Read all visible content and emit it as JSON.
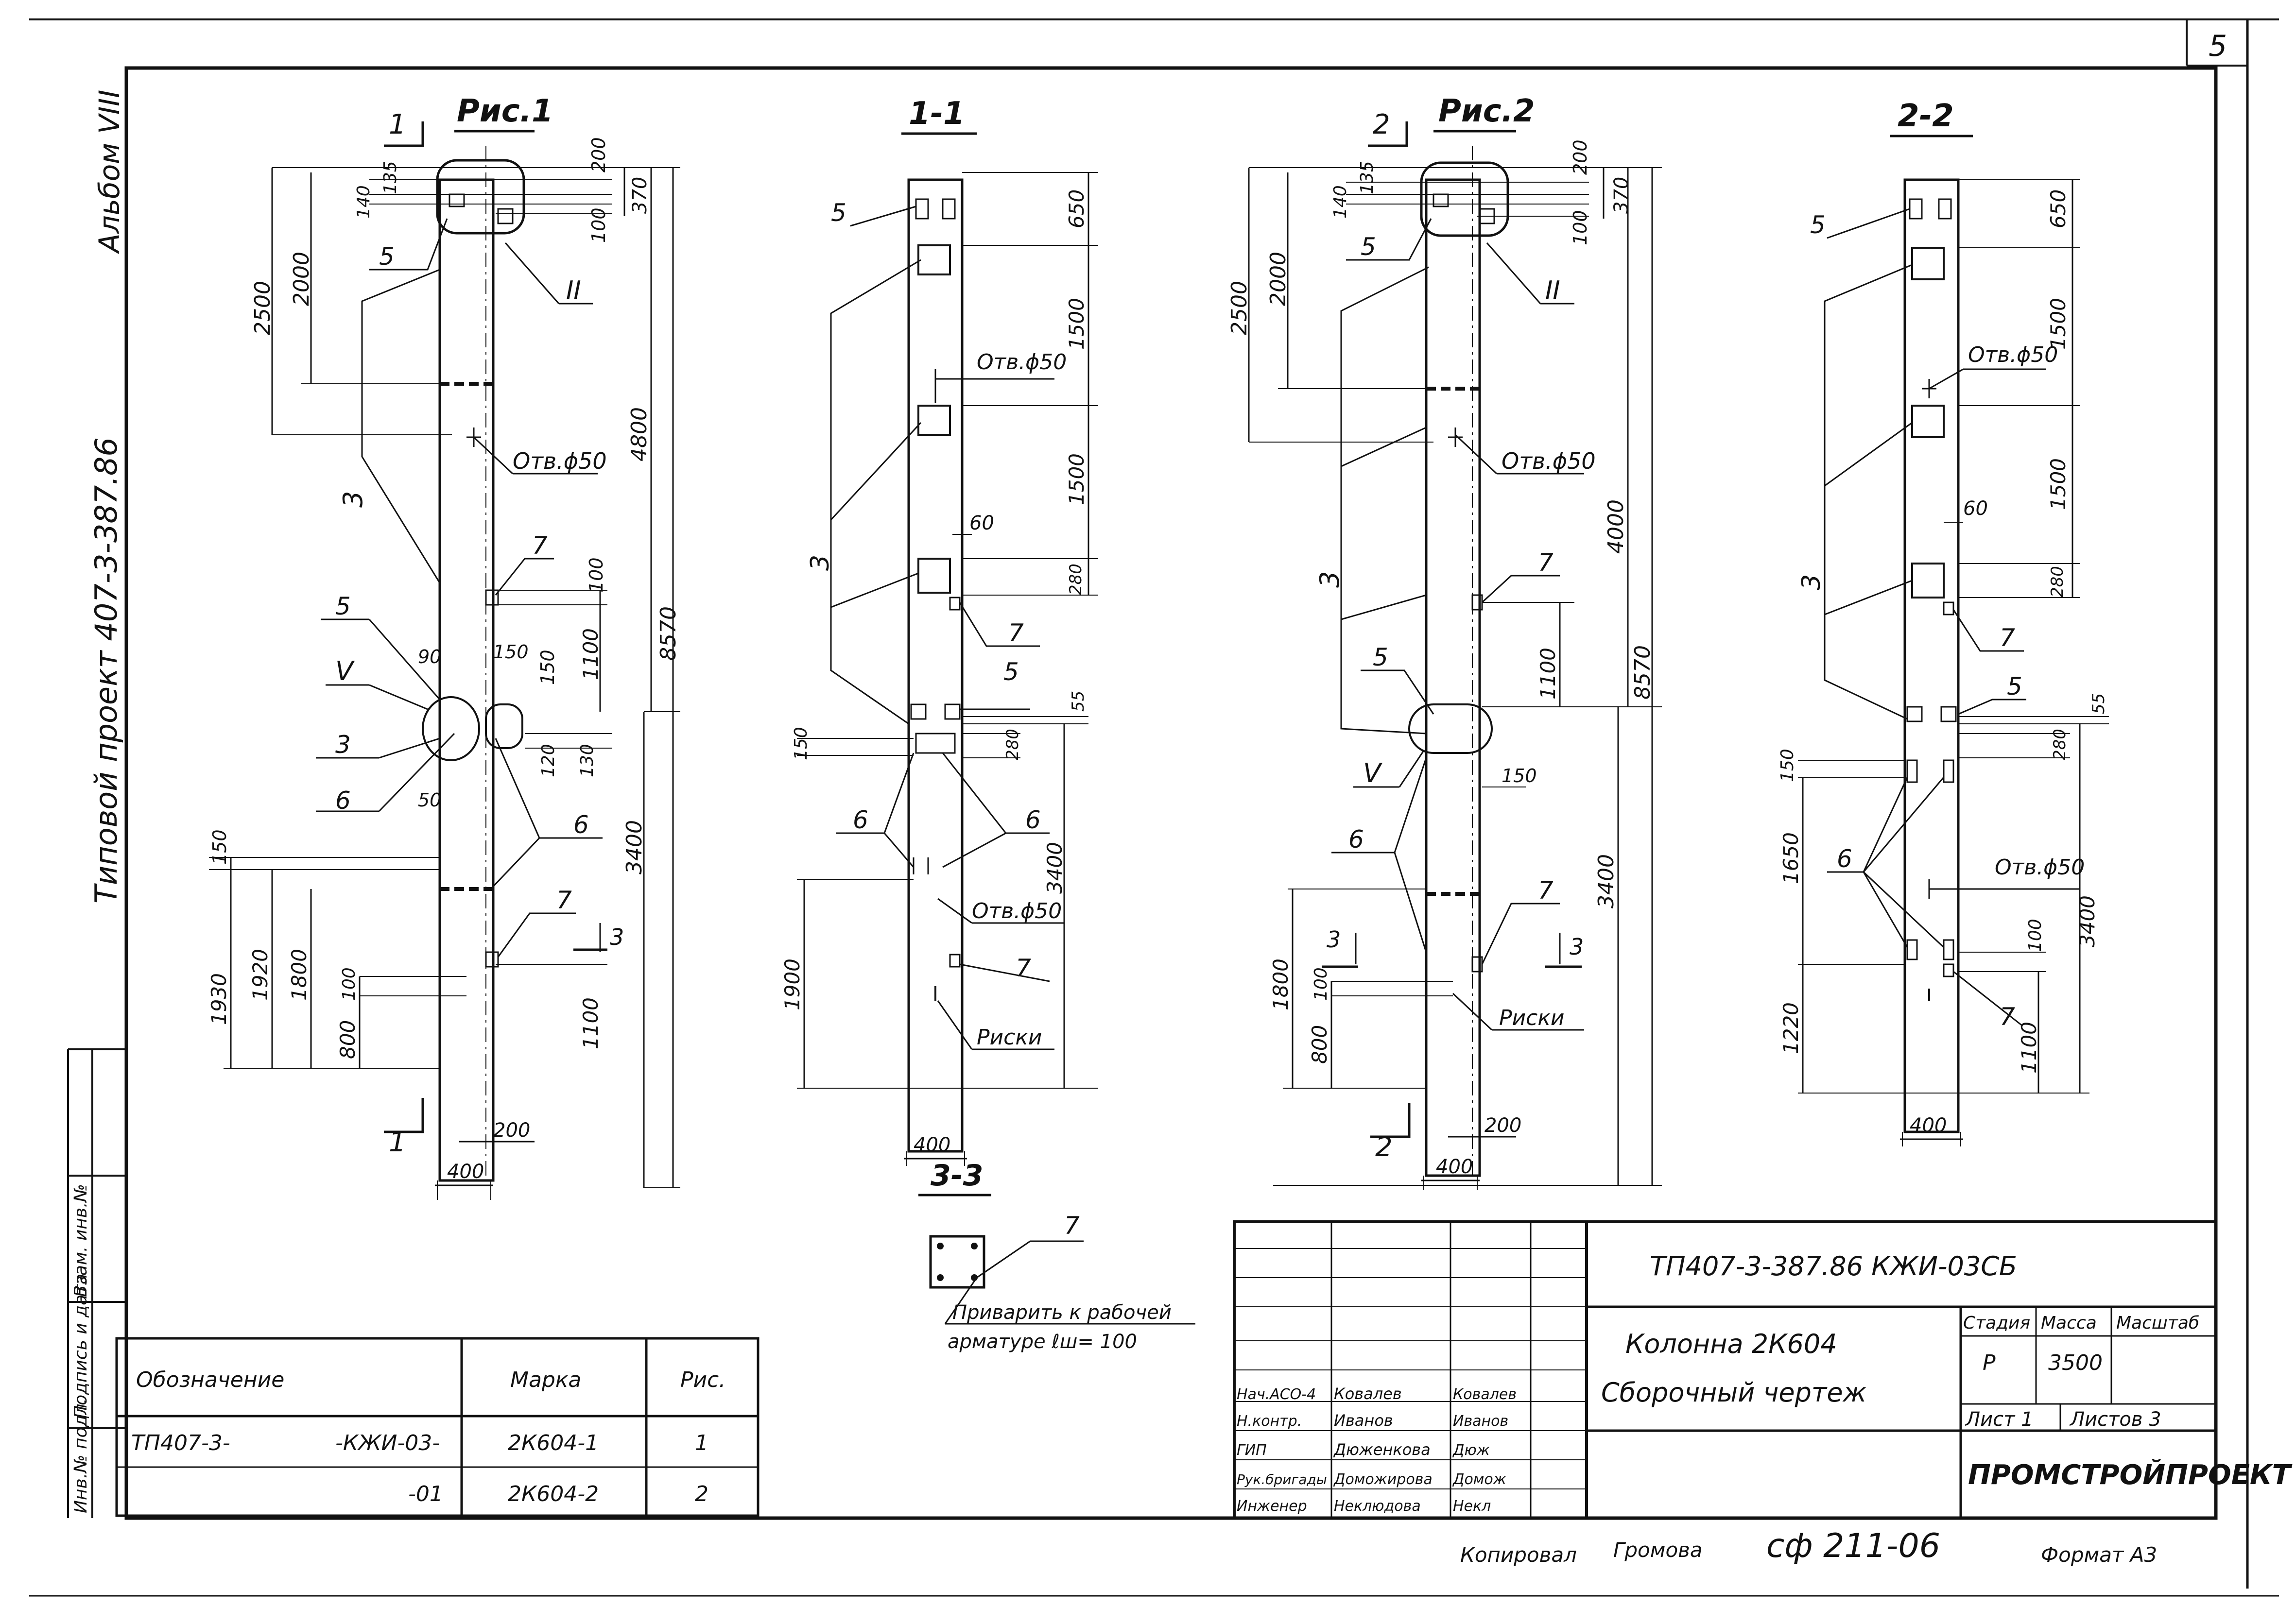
{
  "sheet": {
    "page_number": "5",
    "album": "Альбом VIII",
    "project": "Типовой проект 407-3-387.86",
    "side_labels": [
      "Инв.№ подл.",
      "Подпись и дата",
      "Взам. инв.№"
    ]
  },
  "figures": {
    "fig1": {
      "title": "Рис.1",
      "section_mark": "1",
      "detail_mark": "II",
      "callout_v": "V",
      "labels": {
        "l5a": "5",
        "l5b": "5",
        "l3a": "3",
        "l3b": "3",
        "l6a": "6",
        "l6b": "6",
        "l7a": "7",
        "l7b": "7",
        "hole": "Отв.ϕ50",
        "cut3": "3"
      },
      "dims": {
        "d200": "200",
        "d370": "370",
        "d135": "135",
        "d140": "140",
        "d100": "100",
        "d2500": "2500",
        "d2000": "2000",
        "d4800": "4800",
        "d8570": "8570",
        "d100b": "100",
        "d1100": "1100",
        "d90": "90",
        "d150": "150",
        "d150b": "150",
        "d120": "120",
        "d130": "130",
        "d50": "50",
        "d3400": "3400",
        "d150c": "150",
        "d1930": "1930",
        "d1920": "1920",
        "d1800": "1800",
        "d100c": "100",
        "d800": "800",
        "d1100b": "1100",
        "d200b": "200",
        "d400": "400"
      }
    },
    "sec11": {
      "title": "1-1",
      "labels": {
        "l5a": "5",
        "l5b": "5",
        "l3": "3",
        "l60": "60",
        "l7a": "7",
        "l7b": "7",
        "l6a": "6",
        "l6b": "6",
        "hole1": "Отв.ϕ50",
        "hole2": "Отв.ϕ50",
        "marks": "Риски"
      },
      "dims": {
        "d650": "650",
        "d1500a": "1500",
        "d1500b": "1500",
        "d280": "280",
        "d55": "55",
        "d150": "150",
        "d280b": "280",
        "d3400": "3400",
        "d1900": "1900",
        "d400": "400"
      }
    },
    "fig2": {
      "title": "Рис.2",
      "section_mark": "2",
      "detail_mark": "II",
      "callout_v": "V",
      "labels": {
        "l5a": "5",
        "l5b": "5",
        "l3": "3",
        "l6": "6",
        "l7a": "7",
        "l7b": "7",
        "hole": "Отв.ϕ50",
        "marks": "Риски",
        "cut3": "3"
      },
      "dims": {
        "d200": "200",
        "d370": "370",
        "d135": "135",
        "d140": "140",
        "d100": "100",
        "d2500": "2500",
        "d2000": "2000",
        "d4000": "4000",
        "d8570": "8570",
        "d1100": "1100",
        "d150": "150",
        "d3400": "3400",
        "d1800": "1800",
        "d100b": "100",
        "d800": "800",
        "d200b": "200",
        "d400": "400"
      }
    },
    "sec22": {
      "title": "2-2",
      "labels": {
        "l5a": "5",
        "l5b": "5",
        "l3": "3",
        "l60": "60",
        "l7a": "7",
        "l7b": "7",
        "l6": "6",
        "hole1": "Отв.ϕ50",
        "hole2": "Отв.ϕ50"
      },
      "dims": {
        "d650": "650",
        "d1500a": "1500",
        "d1500b": "1500",
        "d280": "280",
        "d55": "55",
        "d280b": "280",
        "d150": "150",
        "d1650": "1650",
        "d100": "100",
        "d3400": "3400",
        "d1220": "1220",
        "d1100": "1100",
        "d400": "400"
      }
    },
    "sec33": {
      "title": "3-3",
      "label7": "7",
      "note_line1": "Приварить к рабочей",
      "note_line2": "арматуре ℓш= 100"
    }
  },
  "marks_table": {
    "headers": [
      "Обозначение",
      "Марка",
      "Рис."
    ],
    "rows": [
      {
        "code": "ТП407-3-",
        "code2": "-КЖИ-03-",
        "mark": "2К604-1",
        "fig": "1"
      },
      {
        "code": "",
        "code2": "-01",
        "mark": "2К604-2",
        "fig": "2"
      }
    ]
  },
  "title_block": {
    "doc_code": "ТП407-3-387.86   КЖИ-03СБ",
    "name_line1": "Колонна  2К604",
    "name_line2": "Сборочный  чертеж",
    "stage_header": "Стадия",
    "mass_header": "Масса",
    "scale_header": "Масштаб",
    "stage": "Р",
    "mass": "3500",
    "sheet_label": "Лист 1",
    "sheets_label": "Листов 3",
    "organization": "ПРОМСТРОЙПРОЕКТ",
    "staff": [
      {
        "role": "Нач.АСО-4",
        "name": "Ковалев",
        "sign": "Ковалев"
      },
      {
        "role": "Н.контр.",
        "name": "Иванов",
        "sign": "Иванов"
      },
      {
        "role": "ГИП",
        "name": "Дюженкова",
        "sign": "Дюж"
      },
      {
        "role": "Рук.бригады",
        "name": "Доможирова",
        "sign": "Домож"
      },
      {
        "role": "Инженер",
        "name": "Неклюдова",
        "sign": "Некл"
      }
    ]
  },
  "footer": {
    "copied": "Копировал",
    "copier": "Громова",
    "sf": "сф 211-06",
    "format": "Формат А3"
  }
}
